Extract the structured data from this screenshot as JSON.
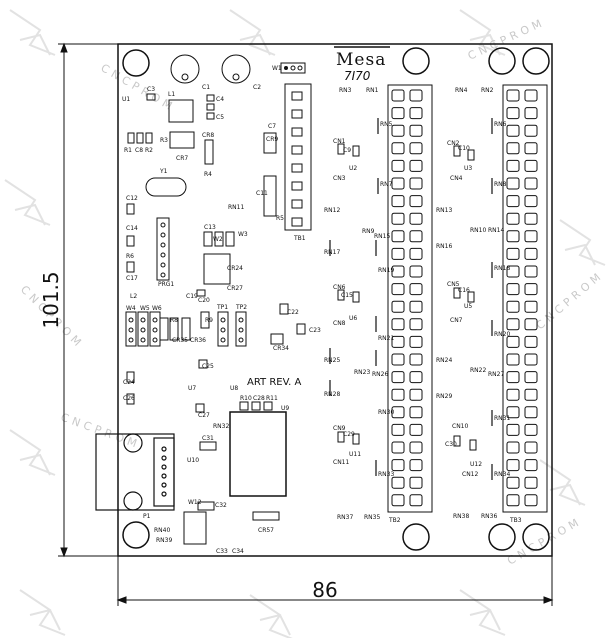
{
  "board": {
    "brand": "Mesa",
    "model": "7I70",
    "revision": "ART REV. A"
  },
  "dimensions": {
    "height": "101.5",
    "width": "86"
  },
  "watermark": "CNCPROM",
  "labels": {
    "u1": "U1",
    "c3": "C3",
    "l1": "L1",
    "c1": "C1",
    "c2": "C2",
    "w1": "W1",
    "c4": "C4",
    "c5": "C5",
    "r1": "R1",
    "c8": "C8",
    "r2": "R2",
    "r3": "R3",
    "cr8": "CR8",
    "cr7": "CR7",
    "r4": "R4",
    "y1": "Y1",
    "c7": "C7",
    "cr9": "CR9",
    "c11": "C11",
    "r5": "R5",
    "tb1": "TB1",
    "c12": "C12",
    "rn11": "RN11",
    "c14": "C14",
    "c13": "C13",
    "w2": "W2",
    "w3": "W3",
    "r6": "R6",
    "cr24": "CR24",
    "c17": "C17",
    "prg1": "PRG1",
    "cr27": "CR27",
    "l2": "L2",
    "c20": "C20",
    "c19": "C19",
    "w4": "W4",
    "w5": "W5",
    "w6": "W6",
    "tp1": "TP1",
    "tp2": "TP2",
    "r8": "R8",
    "r9": "R9",
    "cr35": "CR35",
    "cr36": "CR36",
    "c22": "C22",
    "c23": "C23",
    "cr34": "CR34",
    "c25": "C25",
    "c24": "C24",
    "u7": "U7",
    "u8": "U8",
    "c26": "C26",
    "c27": "C27",
    "r10": "R10",
    "c28": "C28",
    "r11": "R11",
    "u9": "U9",
    "rn32": "RN32",
    "c31": "C31",
    "u10": "U10",
    "p1": "P1",
    "w12": "W12",
    "c32": "C32",
    "rn40": "RN40",
    "rn39": "RN39",
    "cr57": "CR57",
    "c33": "C33",
    "c34": "C34",
    "rn3": "RN3",
    "rn1": "RN1",
    "rn4": "RN4",
    "rn2": "RN2",
    "rn5": "RN5",
    "rn6": "RN6",
    "cn1": "CN1",
    "c9": "C9",
    "u2": "U2",
    "cn3": "CN3",
    "rn7": "RN7",
    "cn2": "CN2",
    "c10": "C10",
    "cn4": "CN4",
    "u3": "U3",
    "rn8": "RN8",
    "rn12": "RN12",
    "rn13": "RN13",
    "rn9": "RN9",
    "rn15": "RN15",
    "rn10": "RN10",
    "rn14": "RN14",
    "rn16": "RN16",
    "rn17": "RN17",
    "rn19": "RN19",
    "rn18": "RN18",
    "cn6": "CN6",
    "c15": "C15",
    "u6": "U6",
    "cn8": "CN8",
    "cn5": "CN5",
    "c16": "C16",
    "u5": "U5",
    "cn7": "CN7",
    "rn21": "RN21",
    "rn20": "RN20",
    "rn25": "RN25",
    "rn24": "RN24",
    "rn23": "RN23",
    "rn26": "RN26",
    "rn22": "RN22",
    "rn27": "RN27",
    "rn28": "RN28",
    "rn29": "RN29",
    "rn30": "RN30",
    "rn31": "RN31",
    "cn9": "CN9",
    "c29": "C29",
    "u11": "U11",
    "cn11": "CN11",
    "cn10": "CN10",
    "c30": "C30",
    "u12": "U12",
    "cn12": "CN12",
    "rn33": "RN33",
    "rn34": "RN34",
    "rn37": "RN37",
    "rn35": "RN35",
    "tb2": "TB2",
    "rn38": "RN38",
    "rn36": "RN36",
    "tb3": "TB3"
  }
}
